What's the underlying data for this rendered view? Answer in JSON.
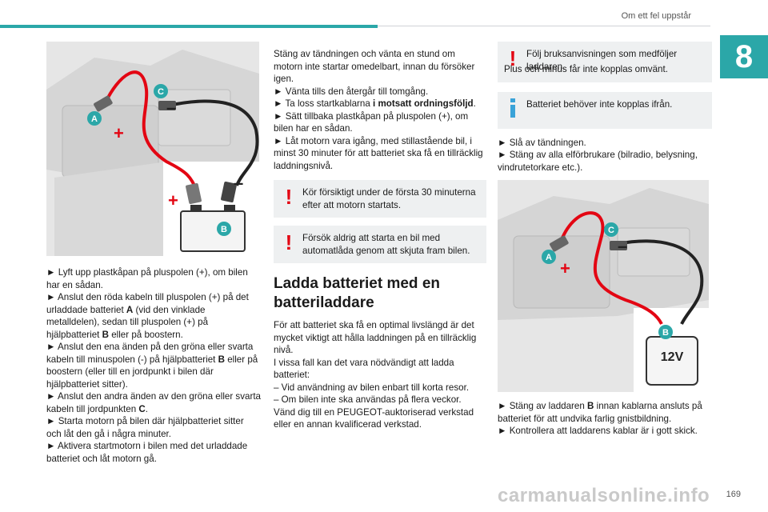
{
  "header": {
    "title": "Om ett fel uppstår",
    "chapter": "8"
  },
  "figure1": {
    "labels": {
      "a": "A",
      "b": "B",
      "c": "C",
      "plus": "+",
      "minus": "–"
    }
  },
  "figure3": {
    "labels": {
      "a": "A",
      "b": "B",
      "c": "C",
      "plus": "+",
      "minus": "–",
      "voltage": "12V"
    }
  },
  "col1": {
    "paragraphs": [
      [
        "► Lyft upp plastkåpan på pluspolen (+), om bilen har en sådan."
      ],
      [
        "► Anslut den röda kabeln till pluspolen (+) på det urladdade batteriet ",
        "A",
        " (vid den vinklade metalldelen), sedan till pluspolen (+) på hjälpbatteriet ",
        "B",
        " eller på boostern."
      ],
      [
        "► Anslut den ena änden på den gröna eller svarta kabeln till minuspolen (-) på hjälpbatteriet ",
        "B",
        " eller på boostern (eller till en jordpunkt i bilen där hjälpbatteriet sitter)."
      ],
      [
        "► Anslut den andra änden av den gröna eller svarta kabeln till jordpunkten ",
        "C",
        "."
      ],
      [
        "► Starta motorn på bilen där hjälpbatteriet sitter och låt den gå i några minuter."
      ],
      [
        "► Aktivera startmotorn i bilen med det urladdade batteriet och låt motorn gå."
      ]
    ]
  },
  "col2": {
    "p1": "Stäng av tändningen och vänta en stund om motorn inte startar omedelbart, innan du försöker igen.",
    "p2": "► Vänta tills den återgår till tomgång.",
    "p3_a": "► Ta loss startkablarna ",
    "p3_b": "i motsatt ordningsföljd",
    "p3_c": ".",
    "p4": "► Sätt tillbaka plastkåpan på pluspolen (+), om bilen har en sådan.",
    "p5": "► Låt motorn vara igång, med stillastående bil, i minst 30 minuter för att batteriet ska få en tillräcklig laddningsnivå.",
    "note1": "Kör försiktigt under de första 30 minuterna efter att motorn startats.",
    "note2": "Försök aldrig att starta en bil med automatlåda genom att skjuta fram bilen.",
    "section_title": "Ladda batteriet med en batteriladdare",
    "p6": "För att batteriet ska få en optimal livslängd är det mycket viktigt att hålla laddningen på en tillräcklig nivå.",
    "p7": "I vissa fall kan det vara nödvändigt att ladda batteriet:",
    "p8": "– Vid användning av bilen enbart till korta resor.",
    "p9": "– Om bilen inte ska användas på flera veckor.",
    "p10": "Vänd dig till en PEUGEOT-auktoriserad verkstad eller en annan kvalificerad verkstad."
  },
  "col3": {
    "warn_l1": "Följ bruksanvisningen som medföljer laddaren.",
    "warn_l2": "Plus och minus får inte kopplas omvänt.",
    "info": "Batteriet behöver inte kopplas ifrån.",
    "p1": "► Slå av tändningen.",
    "p2": "► Stäng av alla elförbrukare (bilradio, belysning, vindrutetorkare etc.).",
    "p3_a": "► Stäng av laddaren ",
    "p3_b": "B",
    "p3_c": " innan kablarna ansluts på batteriet för att undvika farlig gnistbildning.",
    "p4": "► Kontrollera att laddarens kablar är i gott skick."
  },
  "footer": {
    "page": "169",
    "watermark": "carmanualsonline.info"
  },
  "colors": {
    "accent": "#2ba7a8",
    "warning": "#e30613",
    "note_bg": "#eef0f1",
    "info": "#3aa3d8"
  }
}
